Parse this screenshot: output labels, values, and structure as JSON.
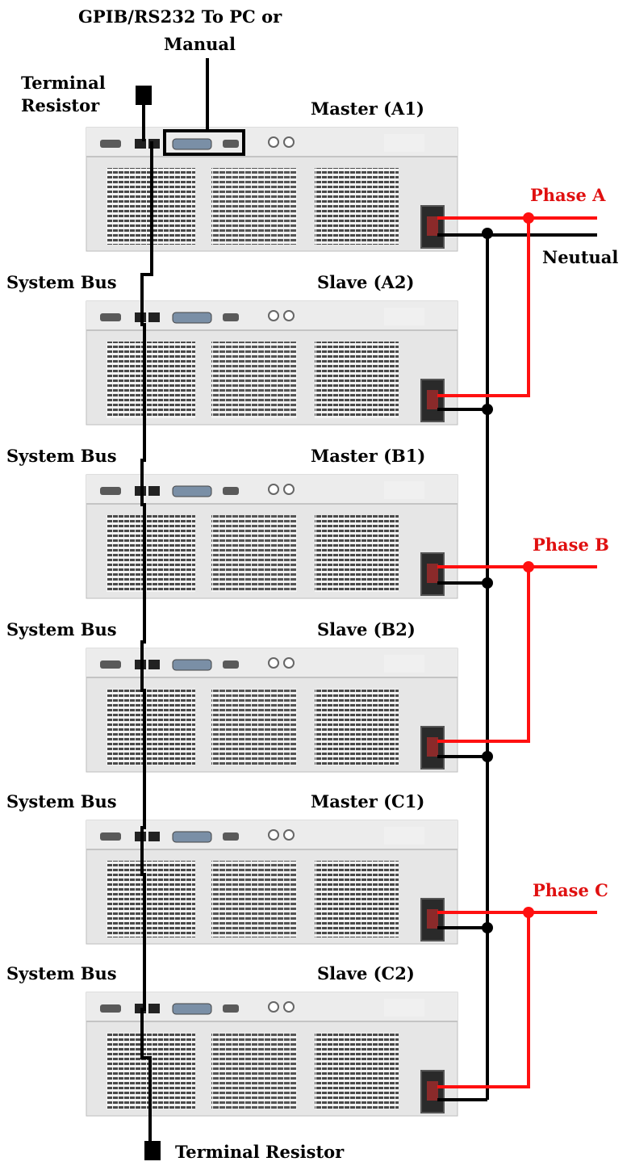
{
  "labels": {
    "gpib_line1": "GPIB/RS232 To PC or",
    "gpib_line2": "Manual",
    "terminal_top_line1": "Terminal",
    "terminal_top_line2": "Resistor",
    "terminal_bottom": "Terminal Resistor",
    "neutual": "Neutual"
  },
  "units": [
    {
      "label": "Master (A1)",
      "bus_label": ""
    },
    {
      "label": "Slave (A2)",
      "bus_label": "System Bus"
    },
    {
      "label": "Master (B1)",
      "bus_label": "System Bus"
    },
    {
      "label": "Slave (B2)",
      "bus_label": "System Bus"
    },
    {
      "label": "Master (C1)",
      "bus_label": "System Bus"
    },
    {
      "label": "Slave (C2)",
      "bus_label": "System Bus"
    }
  ],
  "phases": [
    {
      "label": "Phase A"
    },
    {
      "label": "Phase B"
    },
    {
      "label": "Phase C"
    }
  ],
  "colors": {
    "phase_line": "#ff1010",
    "neutral_line": "#000000",
    "chassis": "#e6e6e6"
  }
}
